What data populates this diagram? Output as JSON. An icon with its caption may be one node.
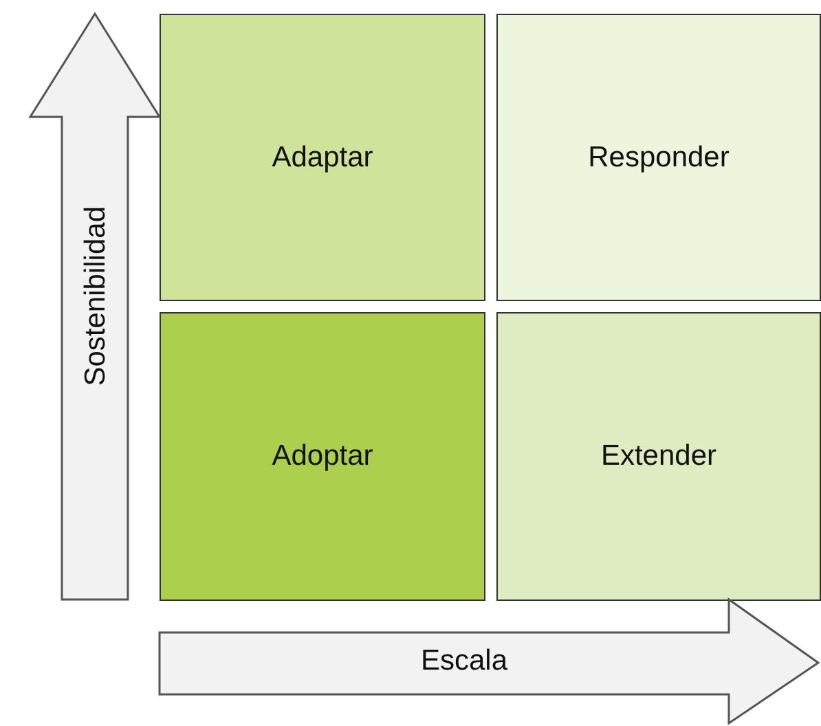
{
  "diagram": {
    "nodes": [
      {
        "text": [
          "Adaptar"
        ]
      },
      {
        "text": [
          "Responder"
        ]
      },
      {
        "text": [
          "Adoptar"
        ]
      },
      {
        "text": [
          "Extender"
        ]
      },
      {
        "text": [
          "Sostenibilidad"
        ]
      },
      {
        "text": [
          "Escala"
        ]
      }
    ]
  }
}
